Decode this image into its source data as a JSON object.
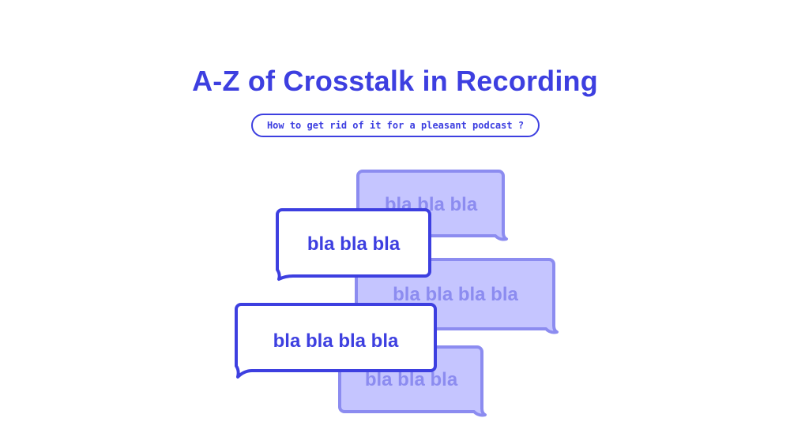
{
  "title": "A-Z of Crosstalk in Recording",
  "subtitle": "How to get rid of it for a pleasant podcast ?",
  "colors": {
    "accent": "#3d3fe0",
    "bubble_fill_light": "#c5c5ff",
    "bubble_stroke_light": "#8c8cf0",
    "bubble_text_light": "#8c8cf0",
    "background": "#ffffff"
  },
  "bubbles": [
    {
      "text": "bla bla bla",
      "style": "light"
    },
    {
      "text": "bla bla bla",
      "style": "outline"
    },
    {
      "text": "bla bla bla bla",
      "style": "light"
    },
    {
      "text": "bla bla bla bla",
      "style": "outline"
    },
    {
      "text": "bla bla bla",
      "style": "light"
    }
  ]
}
